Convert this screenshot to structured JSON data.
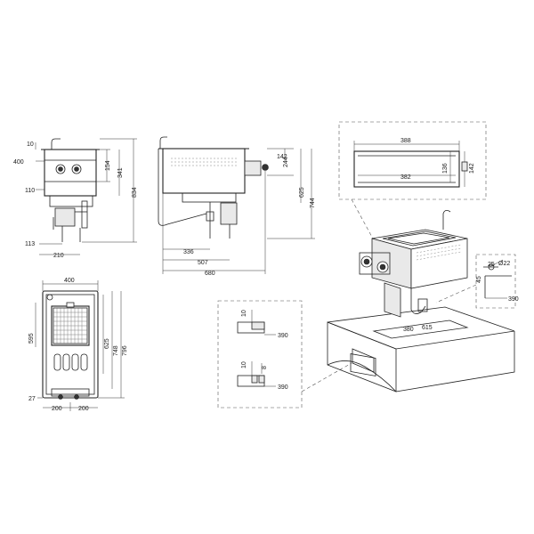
{
  "side_view": {
    "dims": {
      "d10": "10",
      "d400": "400",
      "d110": "110",
      "d154": "154",
      "d341": "341",
      "d834": "834",
      "d113": "113",
      "d210": "210"
    }
  },
  "front_view": {
    "dims": {
      "d142": "142",
      "d244": "244",
      "d625": "625",
      "d744": "744",
      "d336": "336",
      "d507": "507",
      "d680": "680"
    }
  },
  "top_view": {
    "dims": {
      "d400": "400",
      "d595": "595",
      "d625": "625",
      "d748": "748",
      "d796": "796",
      "d27": "27",
      "d200a": "200",
      "d200b": "200"
    }
  },
  "cutout_detail": {
    "dims": {
      "d388": "388",
      "d382": "382",
      "d136": "136",
      "d142": "142"
    }
  },
  "edge_detail": {
    "dims": {
      "d10a": "10",
      "d390a": "390",
      "d10b": "10",
      "d8": "8",
      "d390b": "390"
    }
  },
  "pipe_detail": {
    "dims": {
      "d25": "25",
      "d22": "Ø22",
      "d45": "45",
      "d390": "390"
    }
  },
  "iso_view": {
    "dims": {
      "d380": "380",
      "d615": "615"
    }
  }
}
